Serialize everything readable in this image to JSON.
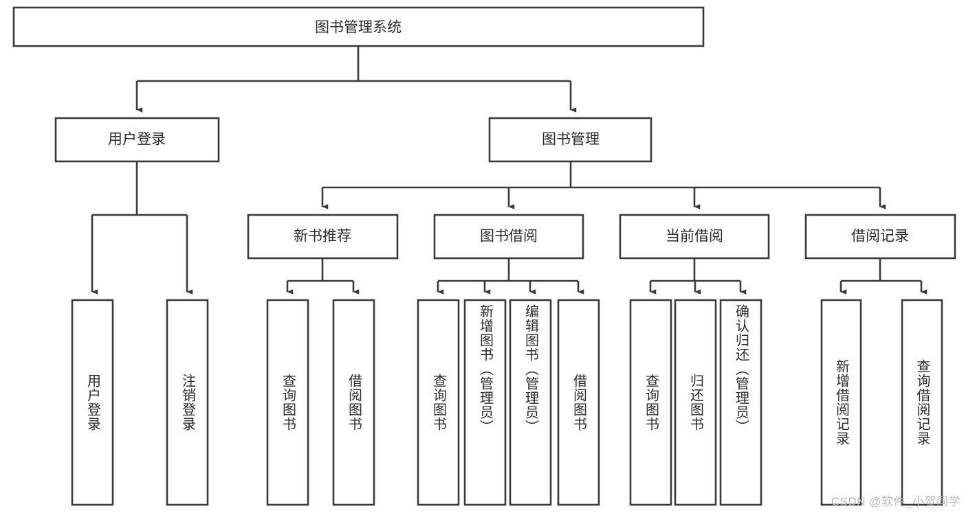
{
  "diagram": {
    "kind": "tree-structure-chart",
    "colors": {
      "stroke": "#3a3a3a",
      "fill": "#ffffff",
      "text": "#2b2b2b",
      "background": "#ffffff",
      "watermark": "#b9b9b9"
    },
    "root": {
      "label": "图书管理系统"
    },
    "level2": [
      {
        "label": "用户登录"
      },
      {
        "label": "图书管理"
      }
    ],
    "level3": [
      {
        "label": "新书推荐"
      },
      {
        "label": "图书借阅"
      },
      {
        "label": "当前借阅"
      },
      {
        "label": "借阅记录"
      }
    ],
    "leaves": {
      "user_login": [
        {
          "label": "用户登录"
        },
        {
          "label": "注销登录"
        }
      ],
      "new_book_recommend": [
        {
          "label": "查询图书"
        },
        {
          "label": "借阅图书"
        }
      ],
      "book_borrow": [
        {
          "label": "查询图书"
        },
        {
          "label": "新增图书（管理员）"
        },
        {
          "label": "编辑图书（管理员）"
        },
        {
          "label": "借阅图书"
        }
      ],
      "current_borrow": [
        {
          "label": "查询图书"
        },
        {
          "label": "归还图书"
        },
        {
          "label": "确认归还（管理员）"
        }
      ],
      "borrow_record": [
        {
          "label": "新增借阅记录"
        },
        {
          "label": "查询借阅记录"
        }
      ]
    }
  },
  "watermark": {
    "text": "CSDN @软件_小贺同学"
  }
}
